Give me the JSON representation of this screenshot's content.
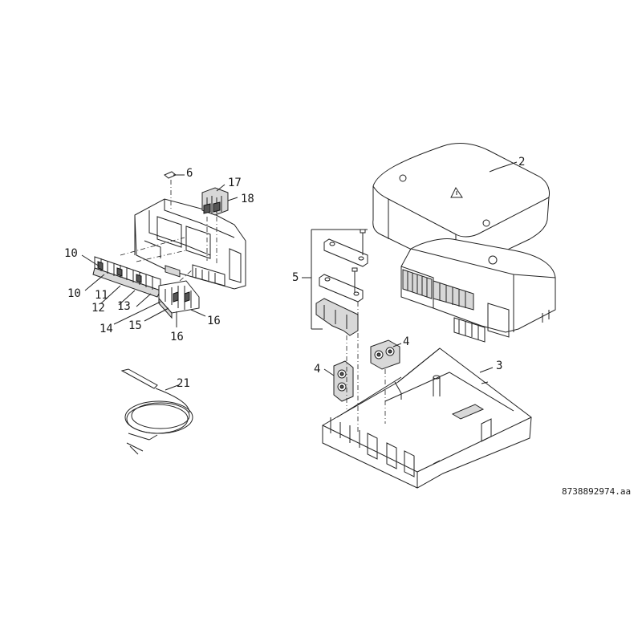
{
  "labels": {
    "l2": "2",
    "l3": "3",
    "l4a": "4",
    "l4b": "4",
    "l5": "5",
    "l6": "6",
    "l10a": "10",
    "l10b": "10",
    "l11": "11",
    "l12": "12",
    "l13": "13",
    "l14": "14",
    "l15": "15",
    "l16a": "16",
    "l16b": "16",
    "l17": "17",
    "l18": "18",
    "l21": "21"
  },
  "document_id": "8738892974.aa"
}
